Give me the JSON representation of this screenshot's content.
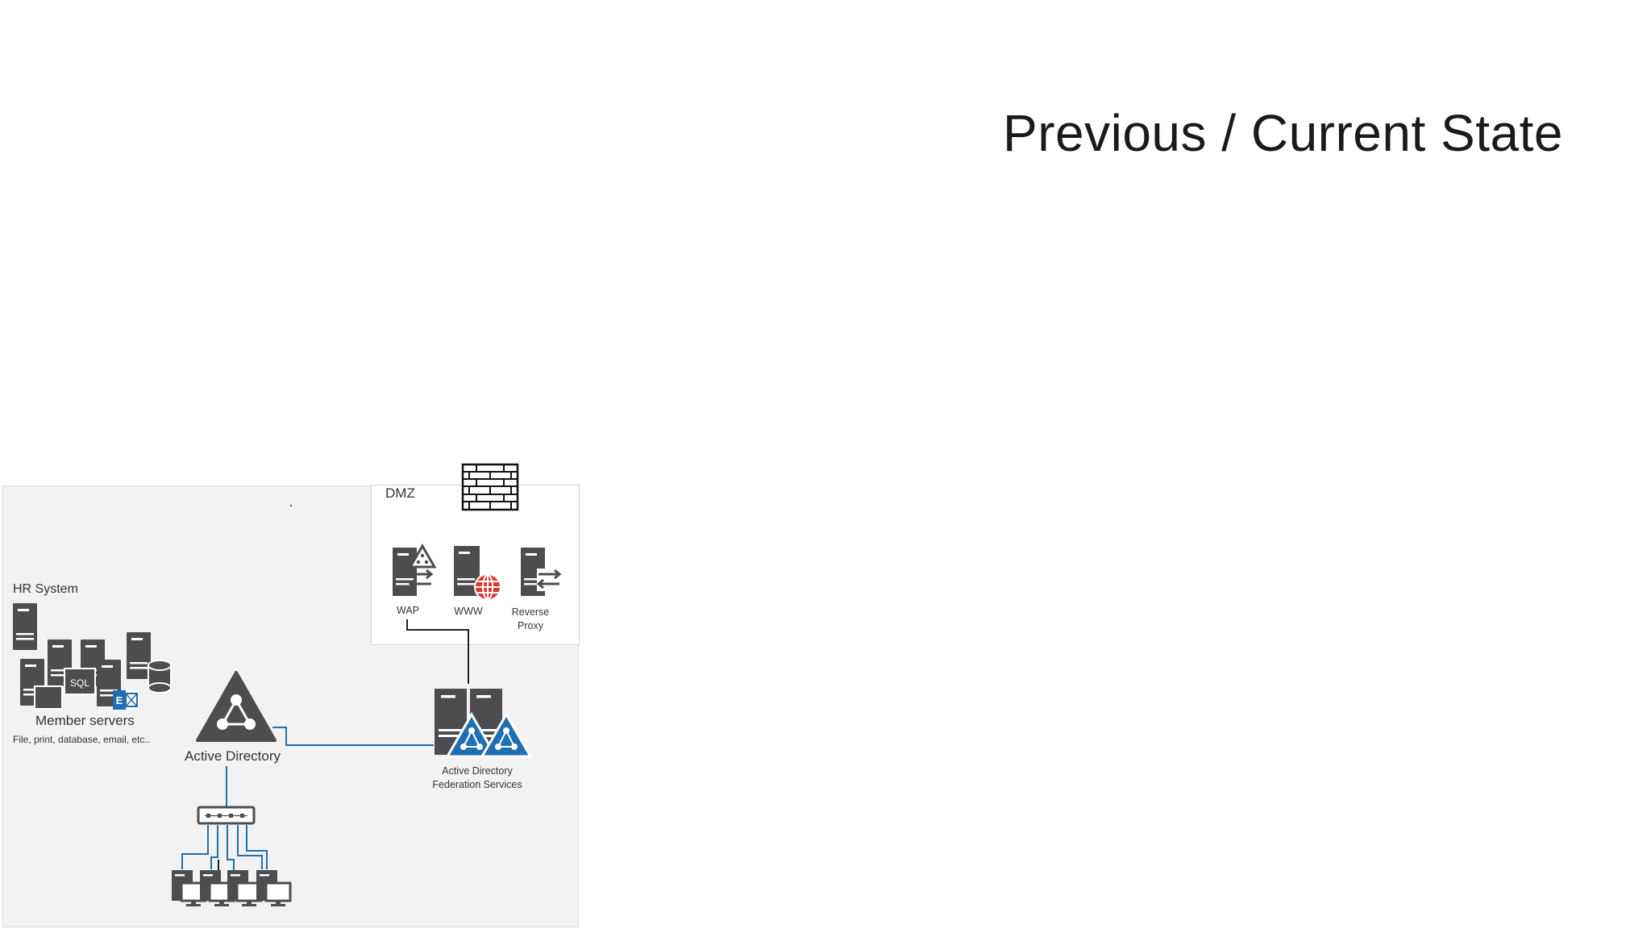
{
  "slide": {
    "title": "Previous / Current State"
  },
  "zones": {
    "dmz_label": "DMZ",
    "hr_label": "HR System"
  },
  "nodes": {
    "wap": "WAP",
    "www": "WWW",
    "reverse_proxy_line1": "Reverse",
    "reverse_proxy_line2": "Proxy",
    "member_servers": "Member servers",
    "member_servers_sub": "File, print, database, email, etc..",
    "active_directory": "Active Directory",
    "adfs_line1": "Active Directory",
    "adfs_line2": "Federation Services",
    "sql_badge": "SQL",
    "exchange_badge": "E"
  },
  "colors": {
    "icon_gray": "#4d4d4f",
    "accent_blue": "#1f6fb2",
    "globe_red": "#d9382b",
    "connector_blue": "#1f6fb2",
    "connector_black": "#222222"
  },
  "icons": [
    "firewall-icon",
    "server-icon",
    "globe-icon",
    "active-directory-icon",
    "network-switch-icon",
    "workstation-icon",
    "database-icon",
    "exchange-icon"
  ]
}
